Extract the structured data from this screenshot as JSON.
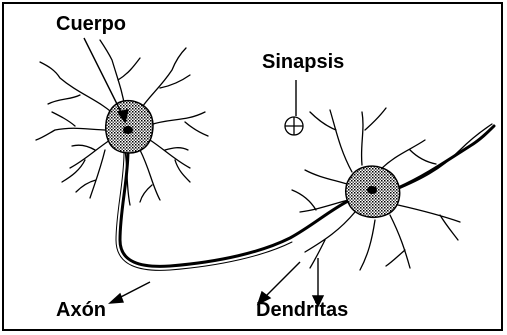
{
  "labels": {
    "cuerpo": "Cuerpo",
    "sinapsis": "Sinapsis",
    "axon": "Axón",
    "dendritas": "Dendritas"
  },
  "colors": {
    "ink": "#000000",
    "background": "#ffffff",
    "soma_fill": "#8a8a8a"
  }
}
